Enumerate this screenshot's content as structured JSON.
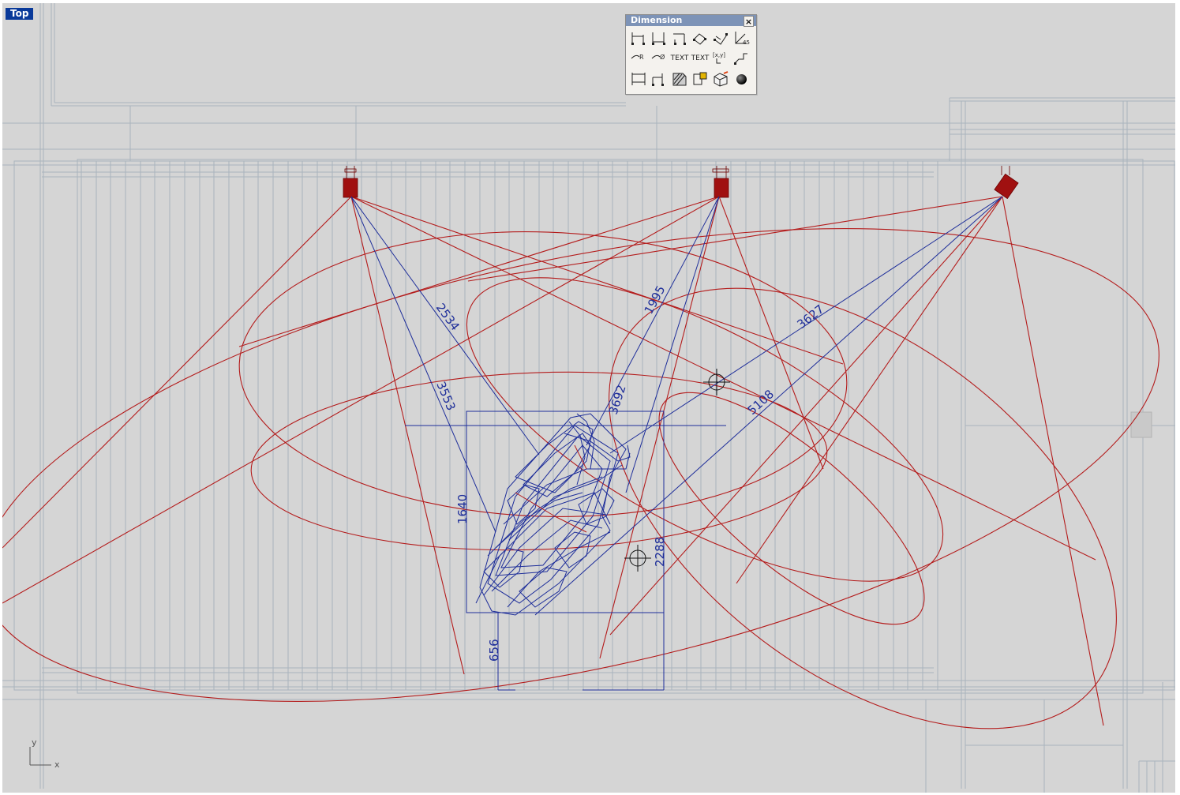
{
  "viewport": {
    "label": "Top"
  },
  "toolbar": {
    "title": "Dimension",
    "close_label": "×",
    "buttons": [
      {
        "name": "linear-dimension",
        "icon": "linear-dimension-icon"
      },
      {
        "name": "aligned-dimension",
        "icon": "aligned-dimension-icon"
      },
      {
        "name": "rotated-dimension",
        "icon": "rotated-dimension-icon"
      },
      {
        "name": "angle-dimension",
        "icon": "angle-dimension-icon"
      },
      {
        "name": "arc-dimension",
        "icon": "arc-dimension-icon"
      },
      {
        "name": "angular-45-dimension",
        "icon": "angular-45-icon",
        "label": "45"
      },
      {
        "name": "radius-dimension",
        "icon": "radius-dimension-icon",
        "label": "R"
      },
      {
        "name": "diameter-dimension",
        "icon": "diameter-dimension-icon",
        "label": "Ø"
      },
      {
        "name": "text-block",
        "icon": "text-icon",
        "label": "TEXT"
      },
      {
        "name": "text-dot",
        "icon": "text-leader-icon",
        "label": "TEXT"
      },
      {
        "name": "point-coordinate",
        "icon": "coordinate-icon",
        "label": "[x,y]"
      },
      {
        "name": "leader",
        "icon": "leader-icon"
      },
      {
        "name": "ordinate-dimension",
        "icon": "ordinate-icon"
      },
      {
        "name": "dimension-align",
        "icon": "dimension-align-icon"
      },
      {
        "name": "hatch",
        "icon": "hatch-icon"
      },
      {
        "name": "make-2d",
        "icon": "make-2d-icon"
      },
      {
        "name": "box-edit",
        "icon": "box-icon"
      },
      {
        "name": "render",
        "icon": "render-sphere-icon"
      }
    ]
  },
  "dimensions": [
    {
      "label": "2534"
    },
    {
      "label": "3553"
    },
    {
      "label": "1995"
    },
    {
      "label": "3692"
    },
    {
      "label": "3627"
    },
    {
      "label": "5108"
    },
    {
      "label": "1640"
    },
    {
      "label": "2288"
    },
    {
      "label": "656"
    }
  ],
  "axes": {
    "x_label": "x",
    "y_label": "y"
  },
  "colors": {
    "background": "#d5d5d5",
    "camera_lines": "#b41c1c",
    "dimension_lines": "#1e2e9a",
    "grid_lines": "#a9b3bd",
    "label_bg": "#0a3a9a"
  }
}
